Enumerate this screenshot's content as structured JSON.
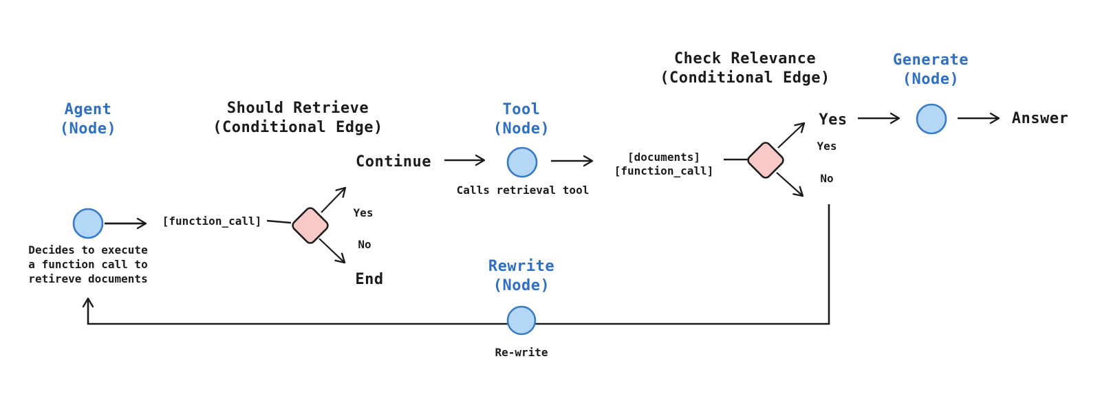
{
  "agent": {
    "title": "Agent\n(Node)",
    "caption": "Decides to execute\na function call to\nretireve documents"
  },
  "should_retrieve": {
    "title": "Should Retrieve\n(Conditional Edge)",
    "input_label": "[function_call]",
    "yes_label": "Yes",
    "no_label": "No",
    "continue_label": "Continue",
    "end_label": "End"
  },
  "tool": {
    "title": "Tool\n(Node)",
    "caption": "Calls retrieval tool"
  },
  "check_relevance": {
    "title": "Check Relevance\n(Conditional Edge)",
    "input_label": "[documents]\n[function_call]",
    "yes_branch_label": "Yes",
    "yes_label": "Yes",
    "no_label": "No"
  },
  "generate": {
    "title": "Generate\n(Node)",
    "answer_label": "Answer"
  },
  "rewrite": {
    "title": "Rewrite\n(Node)",
    "caption": "Re-write"
  },
  "colors": {
    "node_fill": "#b3d7f5",
    "node_stroke": "#3a7bc8",
    "diamond_fill": "#f8c9c7",
    "diamond_stroke": "#1e1e1e",
    "line": "#1b1b1b",
    "text": "#1b1b1b",
    "accent_blue": "#2f6fc1",
    "background": "#ffffff"
  }
}
